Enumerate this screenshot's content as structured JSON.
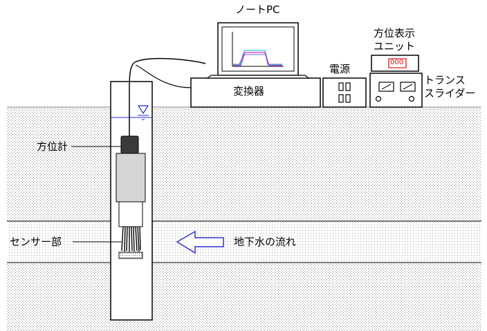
{
  "labels": {
    "notebook_pc": "ノートPC",
    "power_supply": "電源",
    "direction_display_unit_line1": "方位表示",
    "direction_display_unit_line2": "ユニット",
    "display_value": "000",
    "transformer_line1": "トランス",
    "transformer_line2": "スライダー",
    "converter": "変換器",
    "compass": "方位計",
    "sensor_part": "センサー部",
    "groundwater_flow": "地下水の流れ"
  },
  "colors": {
    "display_red": "#e01010",
    "flow_arrow": "#3030d0",
    "water_line": "#2a2ad0",
    "pc_trace_magenta": "#cc33cc",
    "pc_trace_cyan": "#33cccc",
    "ground_dots": "#7a7a7a",
    "probe_body": "#d6d6d6",
    "compass_body": "#3a3a3a"
  },
  "icons": {
    "water_level": "triangle-down-water-level-icon",
    "flow_direction": "arrow-left-icon"
  }
}
